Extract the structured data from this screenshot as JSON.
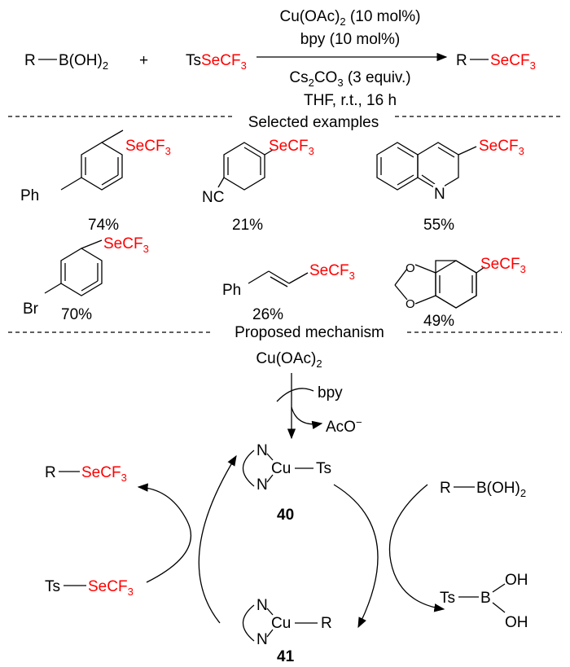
{
  "reaction": {
    "reactant1": [
      "R",
      "B(OH)",
      "2"
    ],
    "plus": "+",
    "reactant2": [
      "Ts",
      "SeCF",
      "3"
    ],
    "catalyst": [
      "Cu(OAc)",
      "2",
      " (10 mol%)"
    ],
    "ligand": "bpy (10 mol%)",
    "base": [
      "Cs",
      "2",
      "CO",
      "3",
      " (3 equiv.)"
    ],
    "conditions": "THF, r.t., 16 h",
    "product": [
      "R",
      "SeCF",
      "3"
    ]
  },
  "sections": {
    "examples": "Selected examples",
    "mechanism": "Proposed mechanism"
  },
  "examples": [
    {
      "substituent": "Ph",
      "group": [
        "SeCF",
        "3"
      ],
      "yield": "74%"
    },
    {
      "substituent": "NC",
      "group": [
        "SeCF",
        "3"
      ],
      "yield": "21%"
    },
    {
      "substituent": "N",
      "group": [
        "SeCF",
        "3"
      ],
      "yield": "55%"
    },
    {
      "substituent": "Br",
      "group": [
        "SeCF",
        "3"
      ],
      "yield": "70%"
    },
    {
      "substituent": "Ph",
      "group": [
        "SeCF",
        "3"
      ],
      "yield": "26%"
    },
    {
      "substituent": "O",
      "group": [
        "SeCF",
        "3"
      ],
      "yield": "49%"
    }
  ],
  "mechanism": {
    "start": [
      "Cu(OAc)",
      "2"
    ],
    "ligand": "bpy",
    "byproduct": [
      "AcO",
      "−"
    ],
    "complex40": {
      "n": "N",
      "cu": "Cu",
      "ligand": "Ts",
      "label": "40"
    },
    "complex41": {
      "n": "N",
      "cu": "Cu",
      "ligand": "R",
      "label": "41"
    },
    "product": [
      "R",
      "SeCF",
      "3"
    ],
    "reagent_in": [
      "Ts",
      "SeCF",
      "3"
    ],
    "boronic": [
      "R",
      "B(OH)",
      "2"
    ],
    "boron_out": {
      "ts": "Ts",
      "b": "B",
      "oh": "OH"
    }
  }
}
